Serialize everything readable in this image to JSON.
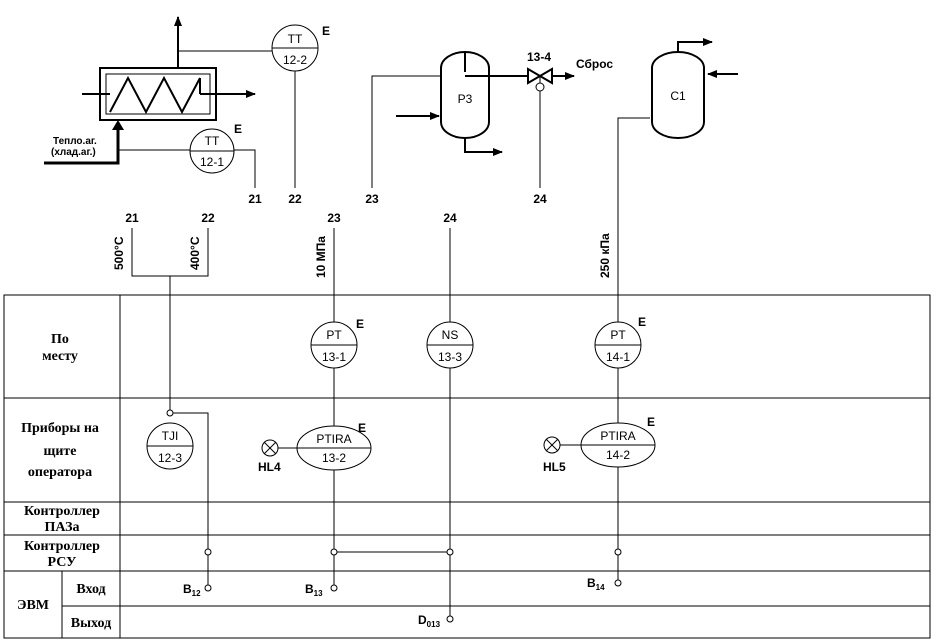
{
  "equipment": {
    "exchanger_inlet": "Тепло.аг.",
    "exchanger_inlet2": "(хлад.аг.)",
    "separator": "Р3",
    "column": "С1",
    "valve_tag": "13-4",
    "discard": "Сброс"
  },
  "field_instruments": [
    {
      "letters": "TT",
      "number": "12-2",
      "mark": "E"
    },
    {
      "letters": "TT",
      "number": "12-1",
      "mark": "E"
    }
  ],
  "line_numbers": {
    "top": [
      "21",
      "22",
      "23",
      "24"
    ],
    "bottom": [
      "21",
      "22",
      "23",
      "24"
    ]
  },
  "limits": {
    "l21": "500°C",
    "l22": "400°C",
    "l23": "10 МПа",
    "l14": "250 кПа"
  },
  "local_instruments": [
    {
      "letters": "PT",
      "number": "13-1",
      "mark": "E"
    },
    {
      "letters": "NS",
      "number": "13-3"
    },
    {
      "letters": "PT",
      "number": "14-1",
      "mark": "E"
    }
  ],
  "panel_instruments": [
    {
      "letters": "TJI",
      "number": "12-3"
    },
    {
      "letters": "PTIRA",
      "number": "13-2",
      "mark": "E",
      "lamp": "HL4"
    },
    {
      "letters": "PTIRA",
      "number": "14-2",
      "mark": "E",
      "lamp": "HL5"
    }
  ],
  "rows": {
    "local": [
      "По",
      "месту"
    ],
    "panel": [
      "Приборы на",
      "щите",
      "оператора"
    ],
    "paz": [
      "Контроллер",
      "ПАЗа"
    ],
    "rsu": [
      "Контроллер",
      "РСУ"
    ],
    "evm": "ЭВМ",
    "input": "Вход",
    "output": "Выход"
  },
  "signals": {
    "b12": "B",
    "b12_sub": "12",
    "b13": "B",
    "b13_sub": "13",
    "b14": "B",
    "b14_sub": "14",
    "d013": "D",
    "d013_sub": "013"
  }
}
